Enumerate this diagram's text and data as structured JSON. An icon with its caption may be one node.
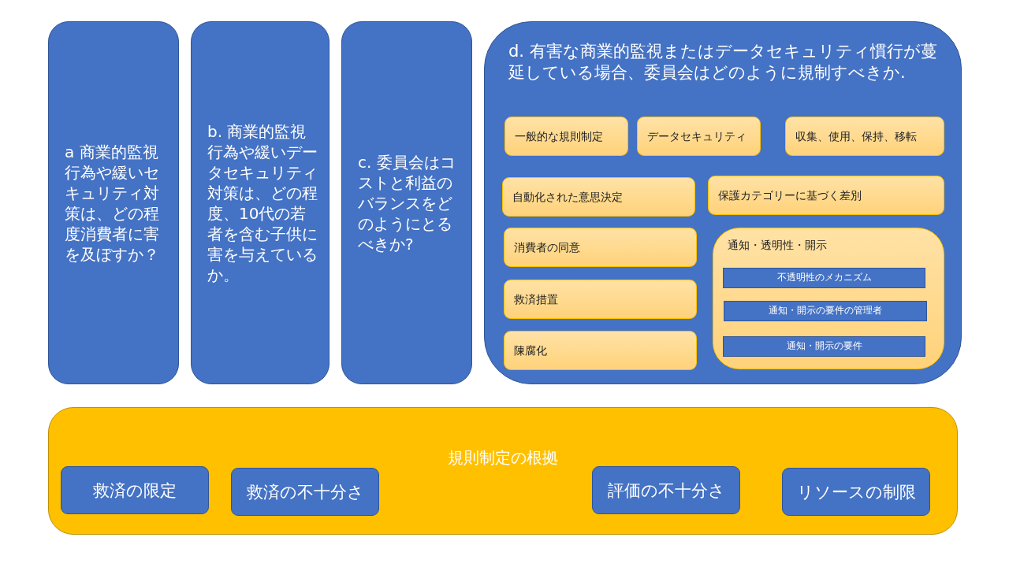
{
  "diagram": {
    "nodes": [
      {
        "text": [
          "a 商業的監視行為や緩いセキュリティ対策は、どの程度消費者に害を及ぼすか？"
        ]
      },
      {
        "text": [
          "b. 商業的監視行為や緩いデータセキュリティ対策は、どの程度、10代の若者を含む子供に害を与えているか。"
        ]
      },
      {
        "text": [
          "c. 委員会はコストと利益のバランスをどのようにとるべきか?"
        ]
      },
      {
        "text": [
          "d. 有害な商業的監視またはデータセキュリティ慣行が蔓延している場合、委員会はどのように規制すべきか."
        ]
      },
      {
        "text": [
          "一般的な規則制定"
        ],
        "in": 3
      },
      {
        "text": [
          "データセキュリティ"
        ],
        "in": 3
      },
      {
        "text": [
          "収集、使用、保持、移転"
        ],
        "in": 3
      },
      {
        "text": [
          "自動化された意思決定"
        ],
        "in": 3
      },
      {
        "text": [
          "保護カテゴリーに基づく差別"
        ],
        "in": 3
      },
      {
        "text": [
          "消費者の同意"
        ],
        "in": 3
      },
      {
        "text": [
          "通知・透明性・開示"
        ],
        "in": 3
      },
      {
        "text": [
          "不透明性のメカニズム"
        ],
        "in": 10
      },
      {
        "text": [
          "通知・開示の要件の管理者"
        ],
        "in": 10
      },
      {
        "text": [
          "通知・開示の要件"
        ],
        "in": 10
      },
      {
        "text": [
          "救済措置"
        ],
        "in": 3
      },
      {
        "text": [
          "陳腐化"
        ],
        "in": 3
      },
      {
        "text": [
          "規則制定の根拠"
        ]
      },
      {
        "text": [
          "救済の限定"
        ],
        "in": 16
      },
      {
        "text": [
          "救済の不十分さ"
        ],
        "in": 16
      },
      {
        "text": [
          "評価の不十分さ"
        ],
        "in": 16
      },
      {
        "text": [
          "リソースの制限"
        ],
        "in": 16
      }
    ],
    "edges": []
  }
}
